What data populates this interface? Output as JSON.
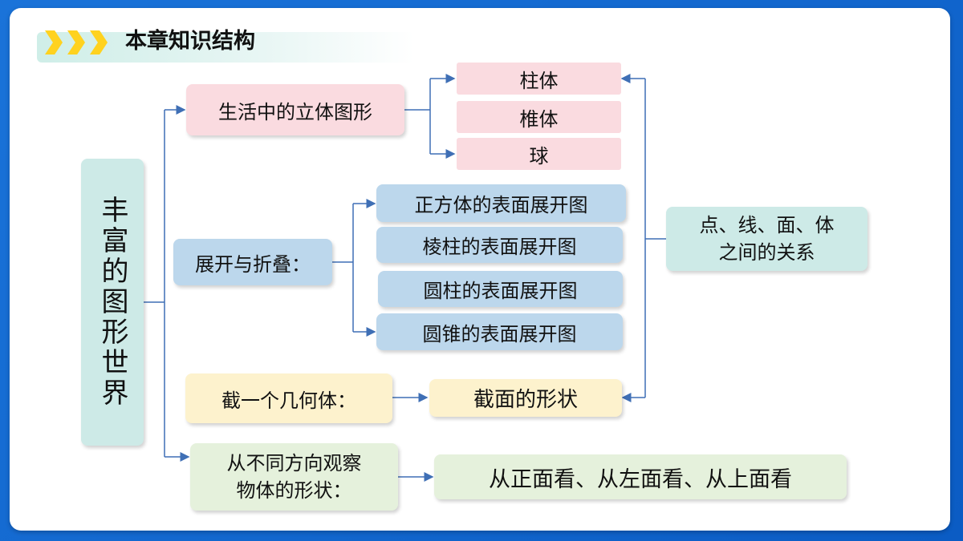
{
  "header": {
    "title": "本章知识结构"
  },
  "root": {
    "label": "丰富的图形世界"
  },
  "branches": {
    "solids": {
      "label": "生活中的立体图形",
      "items": [
        "柱体",
        "椎体",
        "球"
      ]
    },
    "unfold": {
      "label": "展开与折叠：",
      "items": [
        "正方体的表面展开图",
        "棱柱的表面展开图",
        "圆柱的表面展开图",
        "圆锥的表面展开图"
      ]
    },
    "section": {
      "label": "截一个几何体：",
      "result": "截面的形状"
    },
    "views": {
      "label_line1": "从不同方向观察",
      "label_line2": "物体的形状：",
      "result": "从正面看、从左面看、从上面看"
    },
    "relation": {
      "label_line1": "点、线、面、体",
      "label_line2": "之间的关系"
    }
  },
  "colors": {
    "background": "#0b5cc4",
    "connector": "#3f6fb5",
    "chevron": "#ffd21f",
    "pink": "#fadbe0",
    "blue": "#bcd7ec",
    "teal": "#cdeae7",
    "yellow": "#fdf2cd",
    "green": "#e5f1dc"
  }
}
